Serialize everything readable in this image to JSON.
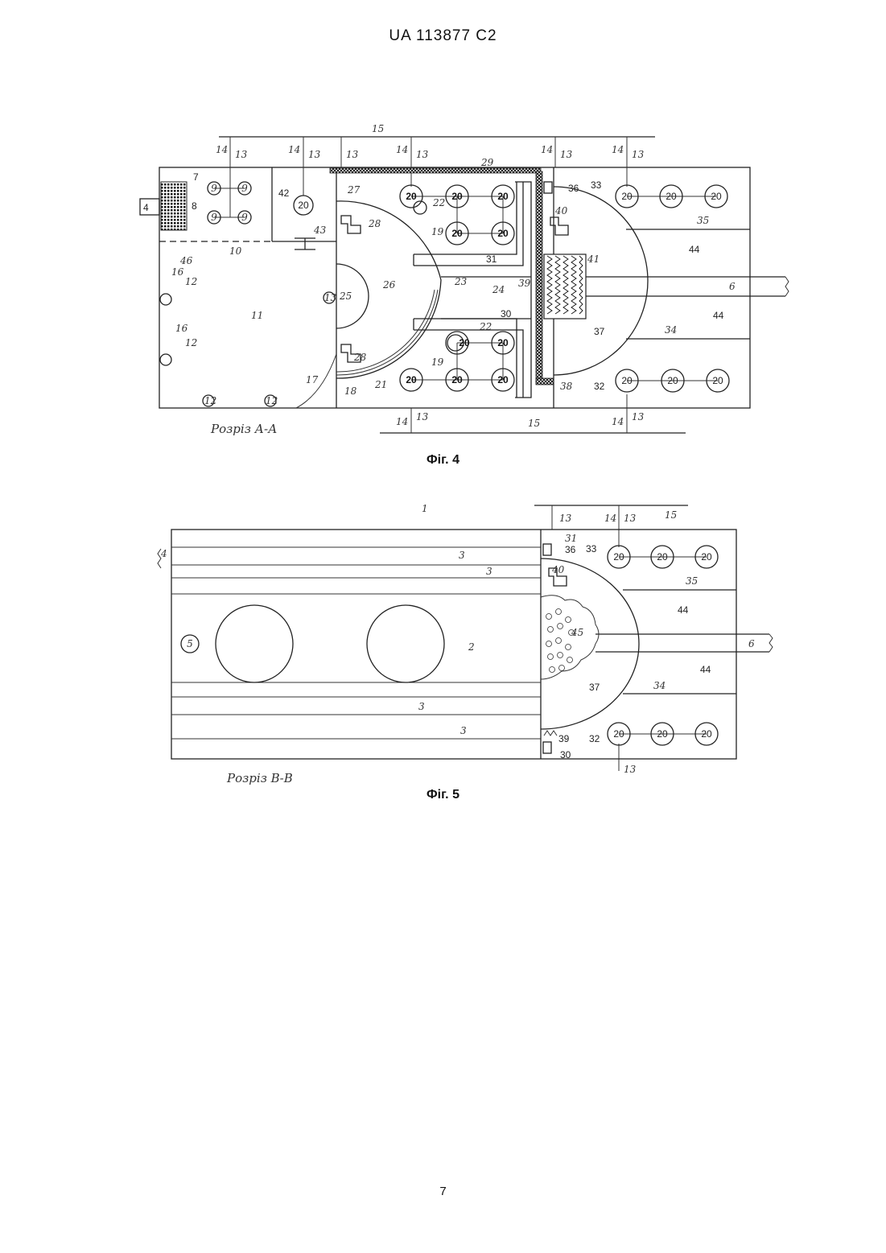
{
  "header": "UA   113877   C2",
  "page_number": "7",
  "fig4": {
    "caption": "Фіг. 4",
    "section_label": "Розріз А-А",
    "labels": {
      "l4": "4",
      "l7": "7",
      "l8": "8",
      "l9": "9",
      "l10": "10",
      "l11": "11",
      "l12": "12",
      "l13": "13",
      "l14": "14",
      "l15": "15",
      "l16": "16",
      "l17": "17",
      "l18": "18",
      "l19": "19",
      "l20": "20",
      "l21": "21",
      "l22": "22",
      "l23": "23",
      "l24": "24",
      "l25": "25",
      "l26": "26",
      "l27": "27",
      "l28": "28",
      "l29": "29",
      "l30": "30",
      "l31": "31",
      "l32": "32",
      "l33": "33",
      "l34": "34",
      "l35": "35",
      "l36": "36",
      "l37": "37",
      "l38": "38",
      "l39": "39",
      "l40": "40",
      "l41": "41",
      "l42": "42",
      "l43": "43",
      "l44": "44",
      "l46": "46",
      "l6": "6"
    }
  },
  "fig5": {
    "caption": "Фіг. 5",
    "section_label": "Розріз В-В",
    "labels": {
      "l1": "1",
      "l2": "2",
      "l3": "3",
      "l4": "4",
      "l5": "5",
      "l6": "6",
      "l13": "13",
      "l14": "14",
      "l15": "15",
      "l20": "20",
      "l30": "30",
      "l31": "31",
      "l32": "32",
      "l33": "33",
      "l34": "34",
      "l35": "35",
      "l36": "36",
      "l37": "37",
      "l39": "39",
      "l40": "40",
      "l44": "44",
      "l45": "45"
    }
  }
}
